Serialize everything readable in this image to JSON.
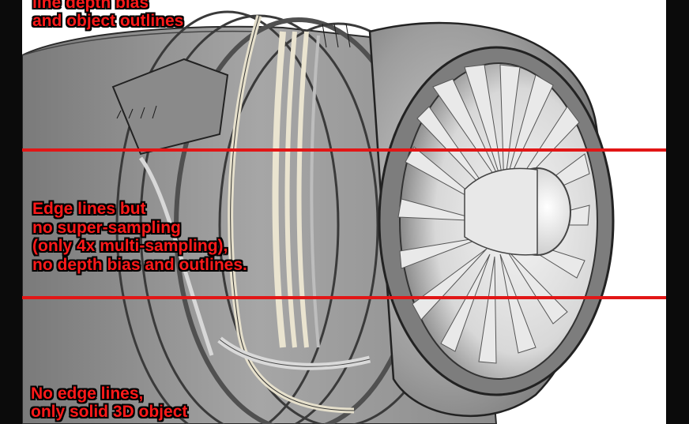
{
  "panels": {
    "top": {
      "caption_lines": [
        "line depth bias",
        "and object outlines"
      ]
    },
    "middle": {
      "caption_lines": [
        "Edge lines but",
        "no super-sampling",
        "(only 4x multi-sampling),",
        "no depth bias and outlines."
      ]
    },
    "bottom": {
      "caption_lines": [
        "No edge lines,",
        "only solid 3D object"
      ]
    }
  },
  "colors": {
    "caption": "#ff1a1a",
    "divider": "#e21616",
    "background": "#ffffff",
    "frame": "#0b0b0b"
  }
}
